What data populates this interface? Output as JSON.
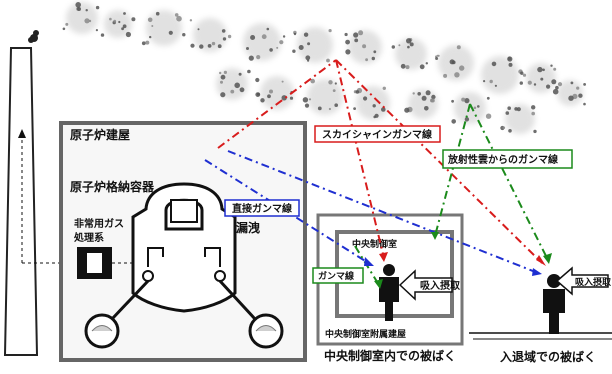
{
  "title": "",
  "labels": {
    "reactor_building": "原子炉建屋",
    "containment_vessel": "原子炉格納容器",
    "emergency_gas_system_line1": "非常用ガス",
    "emergency_gas_system_line2": "処理系",
    "leak": "漏洩",
    "direct_gamma": "直接ガンマ線",
    "skyshine_gamma": "スカイシャインガンマ線",
    "cloud_gamma": "放射性雲からのガンマ線",
    "central_control_room": "中央制御室",
    "gamma_ray": "ガンマ線",
    "inhalation_1": "吸入摂取",
    "control_room_annex": "中央制御室附属建屋",
    "exposure_in_control_room": "中央制御室内での被ばく",
    "inhalation_2": "吸入摂取",
    "exposure_in_access_area": "入退域での被ばく"
  },
  "colors": {
    "direct": "#1f2fd1",
    "skyshine": "#d81c1c",
    "cloud": "#1b8a1b",
    "ink": "#111111",
    "building_stroke": "#666666",
    "building_fill": "#f7f7f7"
  },
  "icons": {
    "person": "person-silhouette-icon",
    "arrow": "hollow-arrow-icon",
    "cloud": "radioactive-cloud-icon"
  }
}
